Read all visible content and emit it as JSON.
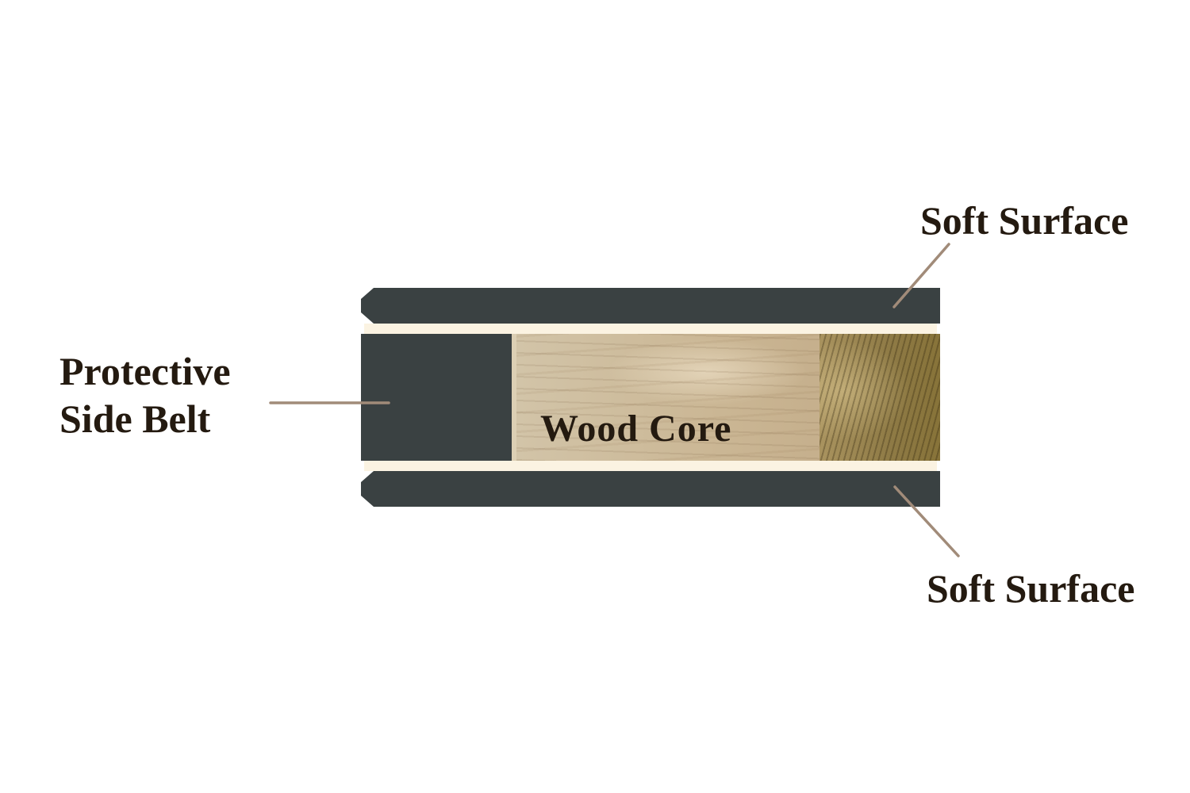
{
  "diagram": {
    "title_implied": "Layered cross-section diagram",
    "labels": {
      "soft_surface_top": "Soft Surface",
      "protective_side_belt_line1": "Protective",
      "protective_side_belt_line2": "Side Belt",
      "wood_core": "Wood Core",
      "soft_surface_bottom": "Soft Surface"
    },
    "layers": [
      {
        "name": "soft-surface-top",
        "label": "Soft Surface"
      },
      {
        "name": "protective-side-belt",
        "label": "Protective Side Belt"
      },
      {
        "name": "wood-core",
        "label": "Wood Core"
      },
      {
        "name": "soft-surface-bottom",
        "label": "Soft Surface"
      }
    ],
    "colors": {
      "layer_dark": "#3a4142",
      "gap": "#fbf3e2",
      "wood_base": "#c9b89c",
      "wood_dark_right": "#8e7a45",
      "leader_line": "#a18b79",
      "text": "#241a10"
    }
  }
}
